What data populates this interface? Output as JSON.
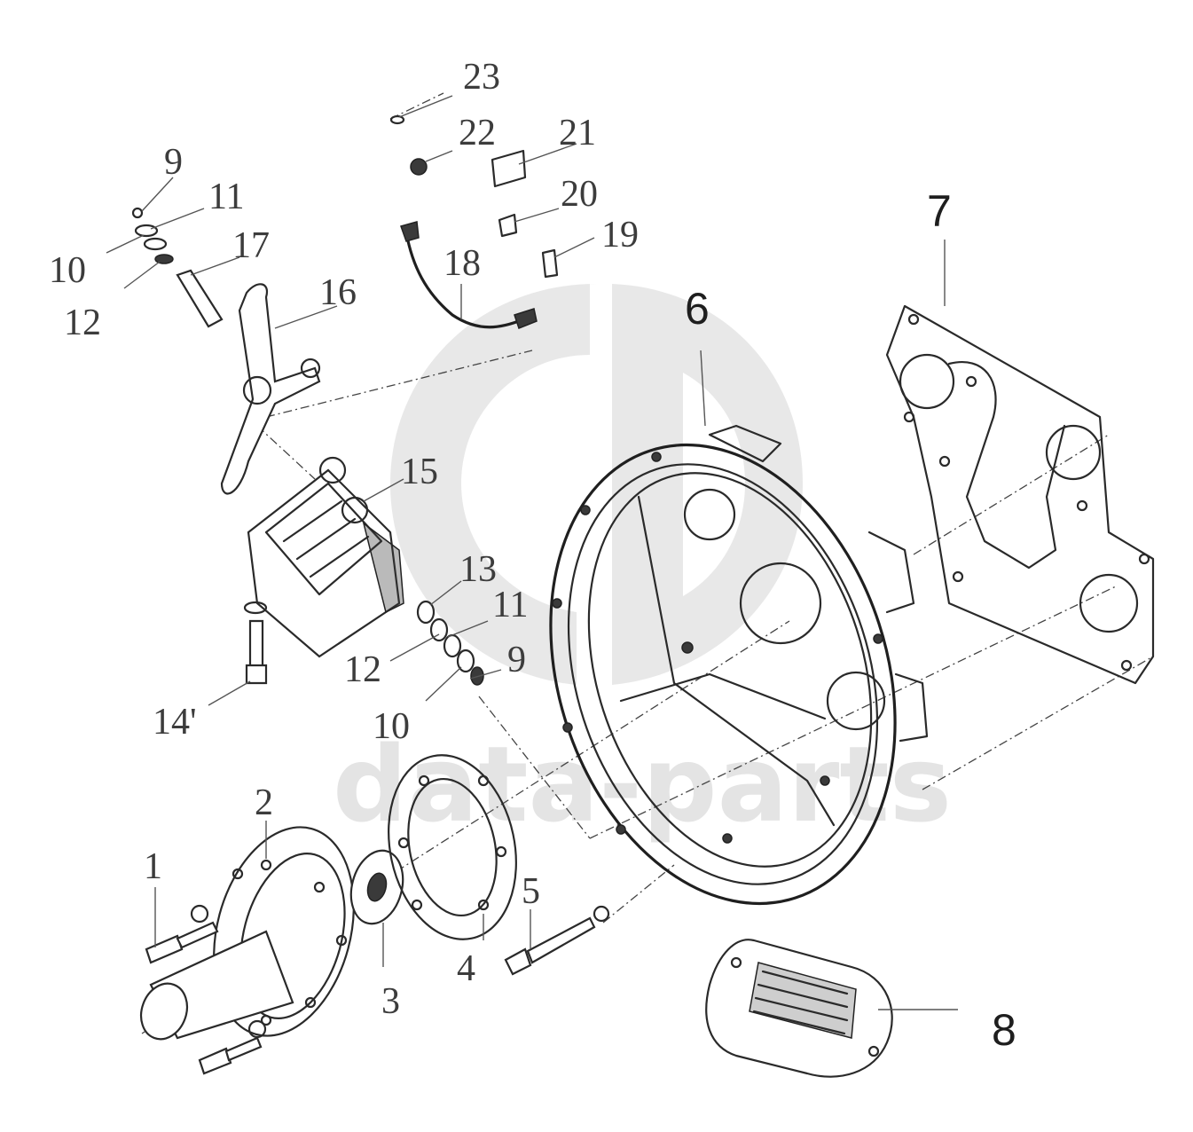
{
  "diagram": {
    "watermark_text": "data-parts",
    "callouts": {
      "c1": "1",
      "c2": "2",
      "c3": "3",
      "c4": "4",
      "c5": "5",
      "c6": "6",
      "c7": "7",
      "c8": "8",
      "c9a": "9",
      "c9b": "9",
      "c10a": "10",
      "c10b": "10",
      "c11a": "11",
      "c11b": "11",
      "c12a": "12",
      "c12b": "12",
      "c13": "13",
      "c14": "14'",
      "c15": "15",
      "c16": "16",
      "c17": "17",
      "c18": "18",
      "c19": "19",
      "c20": "20",
      "c21": "21",
      "c22": "22",
      "c23": "23"
    }
  }
}
